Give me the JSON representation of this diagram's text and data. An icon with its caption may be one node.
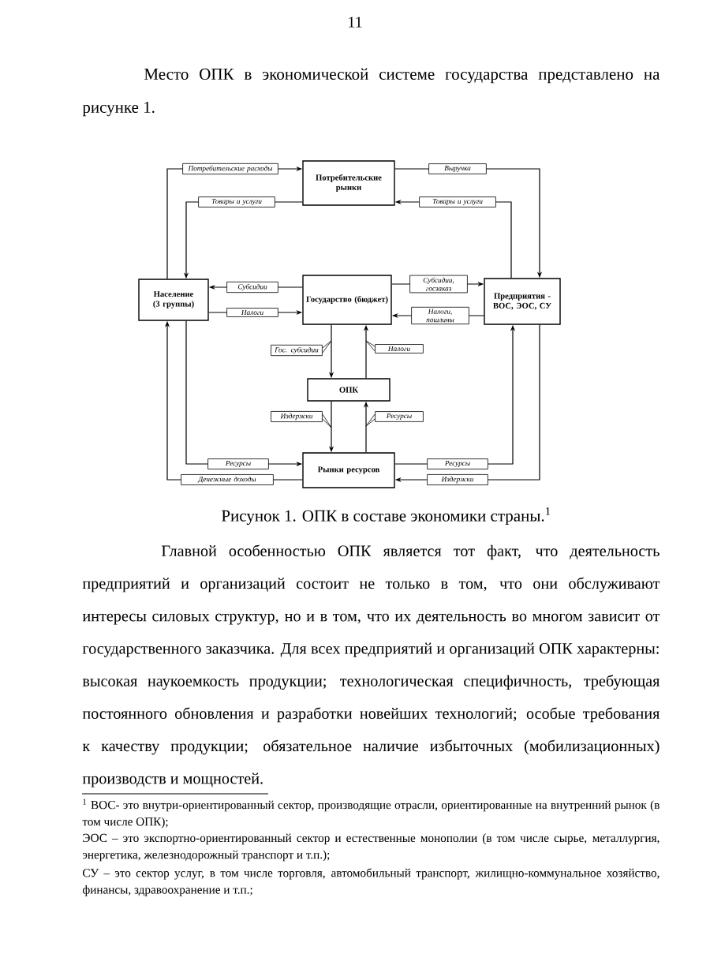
{
  "diagram": {
    "caption": "Рисунок 1. ОПК в составе экономики страны.$^{1}$",
    "nodes": [
      {
        "text": [
          "Потребительские рынки"
        ]
      },
      {
        "text": [
          "Население (3 группы)"
        ]
      },
      {
        "text": [
          "Государство (бюджет)"
        ]
      },
      {
        "text": [
          "Предприятия - ВОС, ЭОС, СУ"
        ]
      },
      {
        "text": [
          "ОПК"
        ]
      },
      {
        "text": [
          "Рынки ресурсов"
        ]
      }
    ],
    "edges": [
      {
        "from": 1,
        "to": 0,
        "arrow": "to",
        "label": "Потребительские расходы"
      },
      {
        "from": 0,
        "to": 3,
        "arrow": "to",
        "label": "Выручка"
      },
      {
        "from": 3,
        "to": 0,
        "arrow": "to",
        "label": "Товары и услуги"
      },
      {
        "from": 0,
        "to": 1,
        "arrow": "to",
        "label": "Товары и услуги"
      },
      {
        "from": 2,
        "to": 1,
        "arrow": "to",
        "label": "Субсидии"
      },
      {
        "from": 1,
        "to": 2,
        "arrow": "to",
        "label": "Налоги"
      },
      {
        "from": 2,
        "to": 3,
        "arrow": "to",
        "label": "Субсидии, госзаказ"
      },
      {
        "from": 3,
        "to": 2,
        "arrow": "to",
        "label": "Налоги, пошлины"
      },
      {
        "from": 2,
        "to": 4,
        "arrow": "to",
        "label": "Гос. субсидии"
      },
      {
        "from": 4,
        "to": 2,
        "arrow": "to",
        "label": "Налоги"
      },
      {
        "from": 4,
        "to": 5,
        "arrow": "to",
        "label": "Издержки"
      },
      {
        "from": 5,
        "to": 4,
        "arrow": "to",
        "label": "Ресурсы"
      },
      {
        "from": 1,
        "to": 5,
        "arrow": "to",
        "label": "Ресурсы"
      },
      {
        "from": 5,
        "to": 1,
        "arrow": "to",
        "label": "Денежные доходы"
      },
      {
        "from": 5,
        "to": 3,
        "arrow": "to",
        "label": "Ресурсы"
      },
      {
        "from": 3,
        "to": 5,
        "arrow": "to",
        "label": "Издержки"
      }
    ],
    "labels": [
      "11",
      "Место ОПК в экономической системе государства представлено на рисунке 1.",
      "Главной особенностью ОПК является тот факт, что деятельность предприятий и организаций состоит не только в том, что они обслуживают интересы силовых структур, но и в том, что их деятельность во многом зависит от государственного заказчика. Для всех предприятий и организаций ОПК характерны: высокая наукоемкость продукции; технологическая специфичность, требующая постоянного обновления и разработки новейших технологий; особые требования к качеству продукции; обязательное наличие избыточных (мобилизационных) производств и мощностей.",
      "$^{1}$ ВОС- это внутри-ориентированный сектор, производящие отрасли, ориентированные на внутренний рынок (в том числе ОПК);",
      "ЭОС – это экспортно-ориентированный сектор и естественные монополии (в том числе сырье, металлургия, энергетика, железнодорожный транспорт и т.п.);",
      "СУ – это сектор услуг, в том числе торговля, автомобильный транспорт, жилищно-коммунальное хозяйство, финансы, здравоохранение и т.п.;"
    ]
  }
}
